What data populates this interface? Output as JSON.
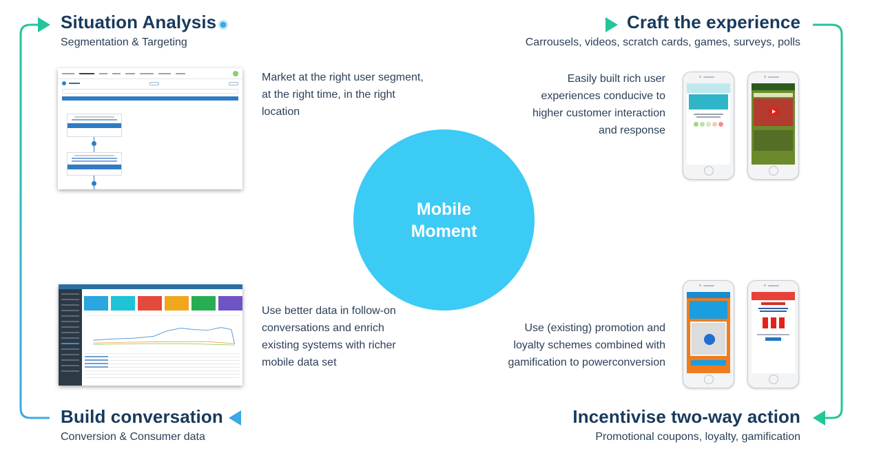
{
  "hub": {
    "line1": "Mobile",
    "line2": "Moment"
  },
  "stages": {
    "situation": {
      "title": "Situation Analysis",
      "subtitle": "Segmentation & Targeting",
      "description": "Market at the right user segment, at the right time, in the right location"
    },
    "craft": {
      "title": "Craft the experience",
      "subtitle": "Carrousels, videos, scratch cards, games, surveys, polls",
      "description": "Easily built rich user experiences conducive to higher customer interaction and response"
    },
    "build": {
      "title": "Build conversation",
      "subtitle": "Conversion & Consumer data",
      "description": "Use better data in follow-on conversations and enrich existing systems with richer mobile data set"
    },
    "incentivise": {
      "title": "Incentivise two-way action",
      "subtitle": "Promotional coupons, loyalty, gamification",
      "description": "Use (existing) promotion and loyalty schemes combined with gamification to powerconversion"
    }
  },
  "colors": {
    "hub": "#3ccbf4",
    "title": "#183a5c",
    "arrow_blue": "#3aa9e6",
    "arrow_green": "#23c59a"
  },
  "images": {
    "segmentation_screenshot": "segmentation-workflow-screenshot",
    "dashboard_screenshot": "analytics-dashboard-screenshot",
    "phone_survey": "phone-survey-screen",
    "phone_video": "phone-video-screen",
    "phone_scratch": "phone-scratch-card-screen",
    "phone_winner": "phone-prize-screen"
  }
}
